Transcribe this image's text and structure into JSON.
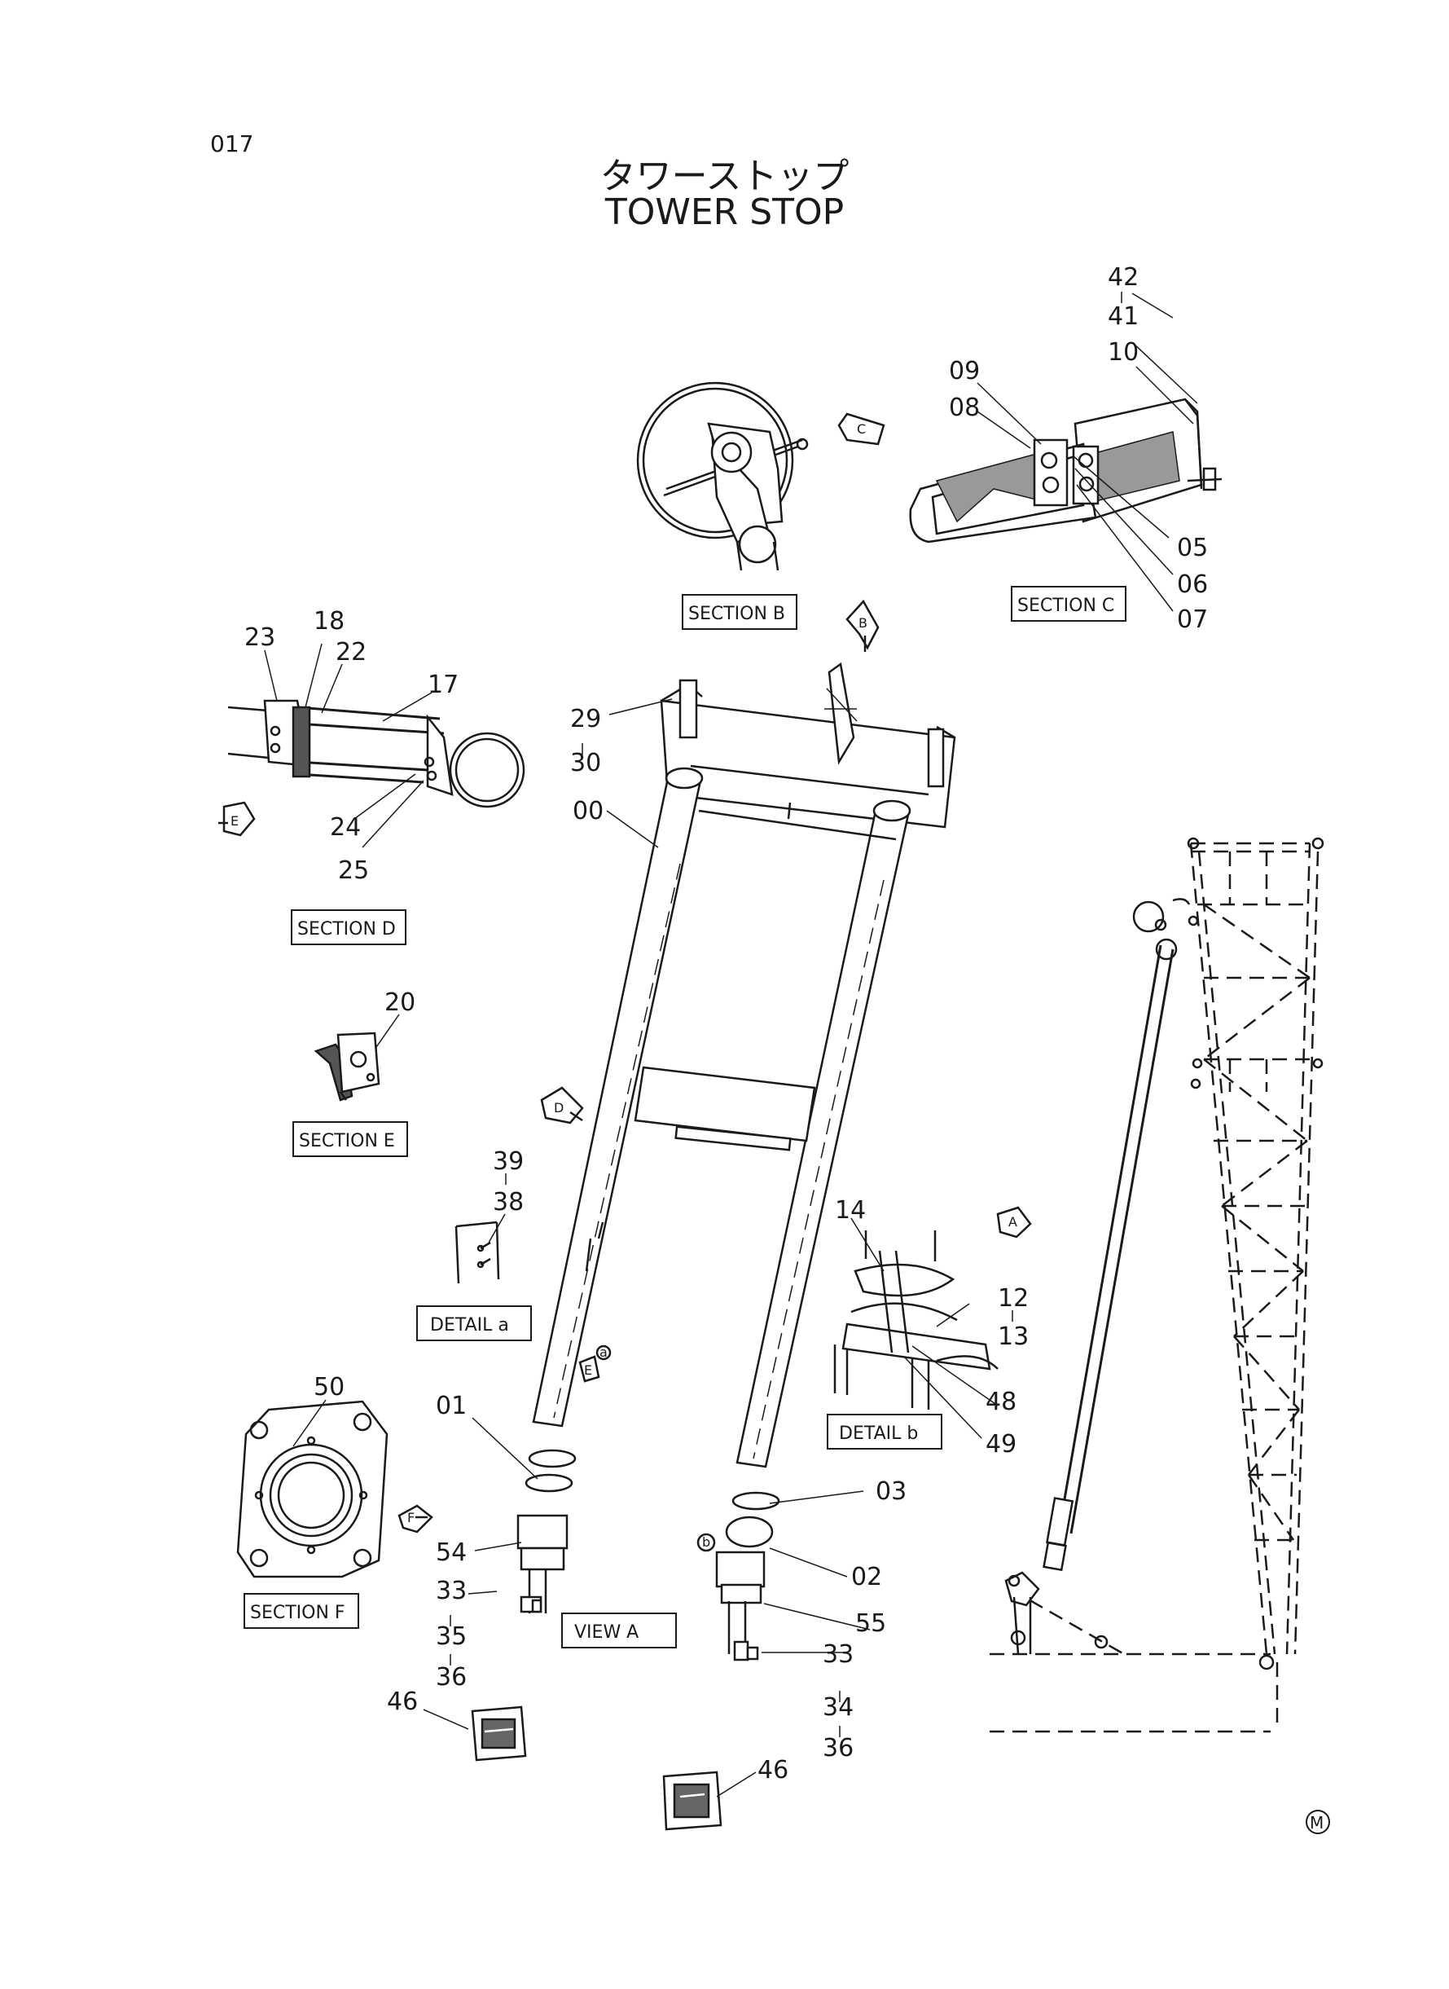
{
  "page_number": "017",
  "title_jp": "タワーストップ",
  "title_en": "TOWER STOP",
  "marker_m": "M",
  "view_labels": {
    "section_b": "SECTION B",
    "section_c": "SECTION C",
    "section_d": "SECTION D",
    "section_e": "SECTION E",
    "section_f": "SECTION F",
    "detail_a": "DETAIL a",
    "detail_b": "DETAIL b",
    "view_a": "VIEW A"
  },
  "arrow_letters": {
    "b": "B",
    "c": "C",
    "d": "D",
    "e": "E",
    "e2": "E",
    "f": "F",
    "a": "A",
    "a_small": "a",
    "b_small": "b"
  },
  "part_labels": {
    "p42": "42",
    "p41": "41",
    "p10": "10",
    "p09": "09",
    "p08": "08",
    "p05": "05",
    "p06": "06",
    "p07": "07",
    "p23": "23",
    "p18": "18",
    "p22": "22",
    "p17": "17",
    "p24": "24",
    "p25": "25",
    "p29": "29",
    "p30": "30",
    "p00": "00",
    "p20": "20",
    "p39": "39",
    "p38": "38",
    "p14": "14",
    "p12": "12",
    "p13": "13",
    "p48": "48",
    "p49": "49",
    "p50": "50",
    "p01": "01",
    "p03": "03",
    "p02": "02",
    "p54": "54",
    "p55": "55",
    "p33a": "33",
    "p35": "35",
    "p36a": "36",
    "p33b": "33",
    "p34": "34",
    "p36b": "36",
    "p46a": "46",
    "p46b": "46"
  },
  "range_dash": "|"
}
